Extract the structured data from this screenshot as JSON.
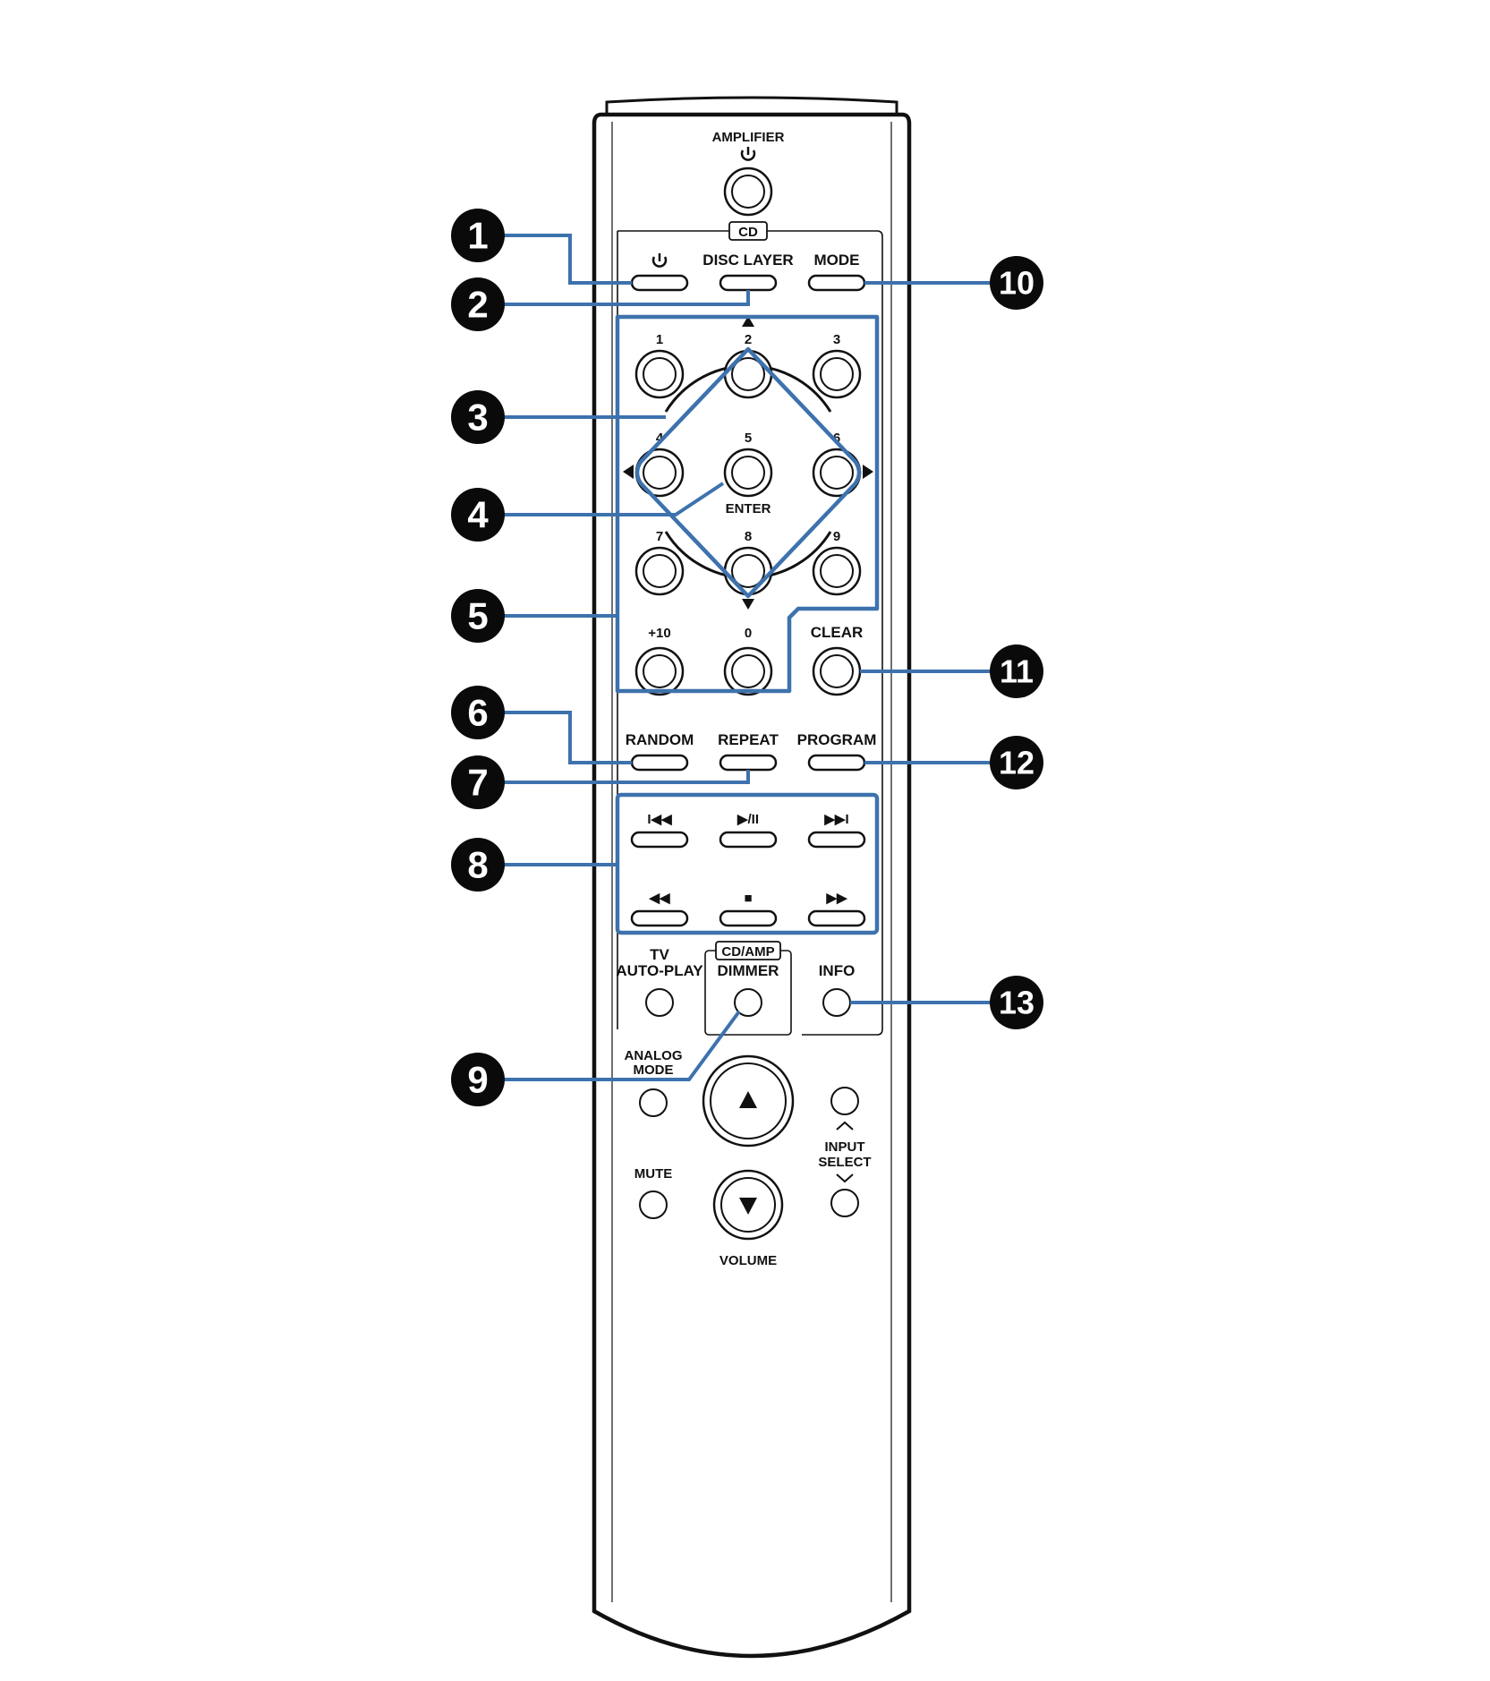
{
  "remote": {
    "amplifier_label": "AMPLIFIER",
    "cd_tag": "CD",
    "cd_amp_tag": "CD/AMP",
    "row1": {
      "power_label": "⏻",
      "disc_layer_label": "DISC LAYER",
      "mode_label": "MODE"
    },
    "numpad": {
      "labels": [
        "1",
        "2",
        "3",
        "4",
        "5",
        "6",
        "7",
        "8",
        "9",
        "+10",
        "0"
      ],
      "enter_label": "ENTER",
      "clear_label": "CLEAR"
    },
    "row2": {
      "random_label": "RANDOM",
      "repeat_label": "REPEAT",
      "program_label": "PROGRAM"
    },
    "transport": {
      "skip_back": "I◀◀",
      "play_pause": "▶/II",
      "skip_fwd": "▶▶I",
      "rewind": "◀◀",
      "stop": "■",
      "fast_fwd": "▶▶"
    },
    "lower": {
      "tv_label": "TV",
      "auto_play_label": "AUTO-PLAY",
      "dimmer_label": "DIMMER",
      "info_label": "INFO",
      "analog_label": "ANALOG",
      "mode_label": "MODE",
      "mute_label": "MUTE",
      "input_label": "INPUT",
      "select_label": "SELECT",
      "volume_label": "VOLUME"
    }
  },
  "callouts": [
    "1",
    "2",
    "3",
    "4",
    "5",
    "6",
    "7",
    "8",
    "9",
    "10",
    "11",
    "12",
    "13"
  ],
  "colors": {
    "callout_blue": "#3d72ad",
    "outline": "#111111",
    "badge": "#0a0a0a"
  }
}
